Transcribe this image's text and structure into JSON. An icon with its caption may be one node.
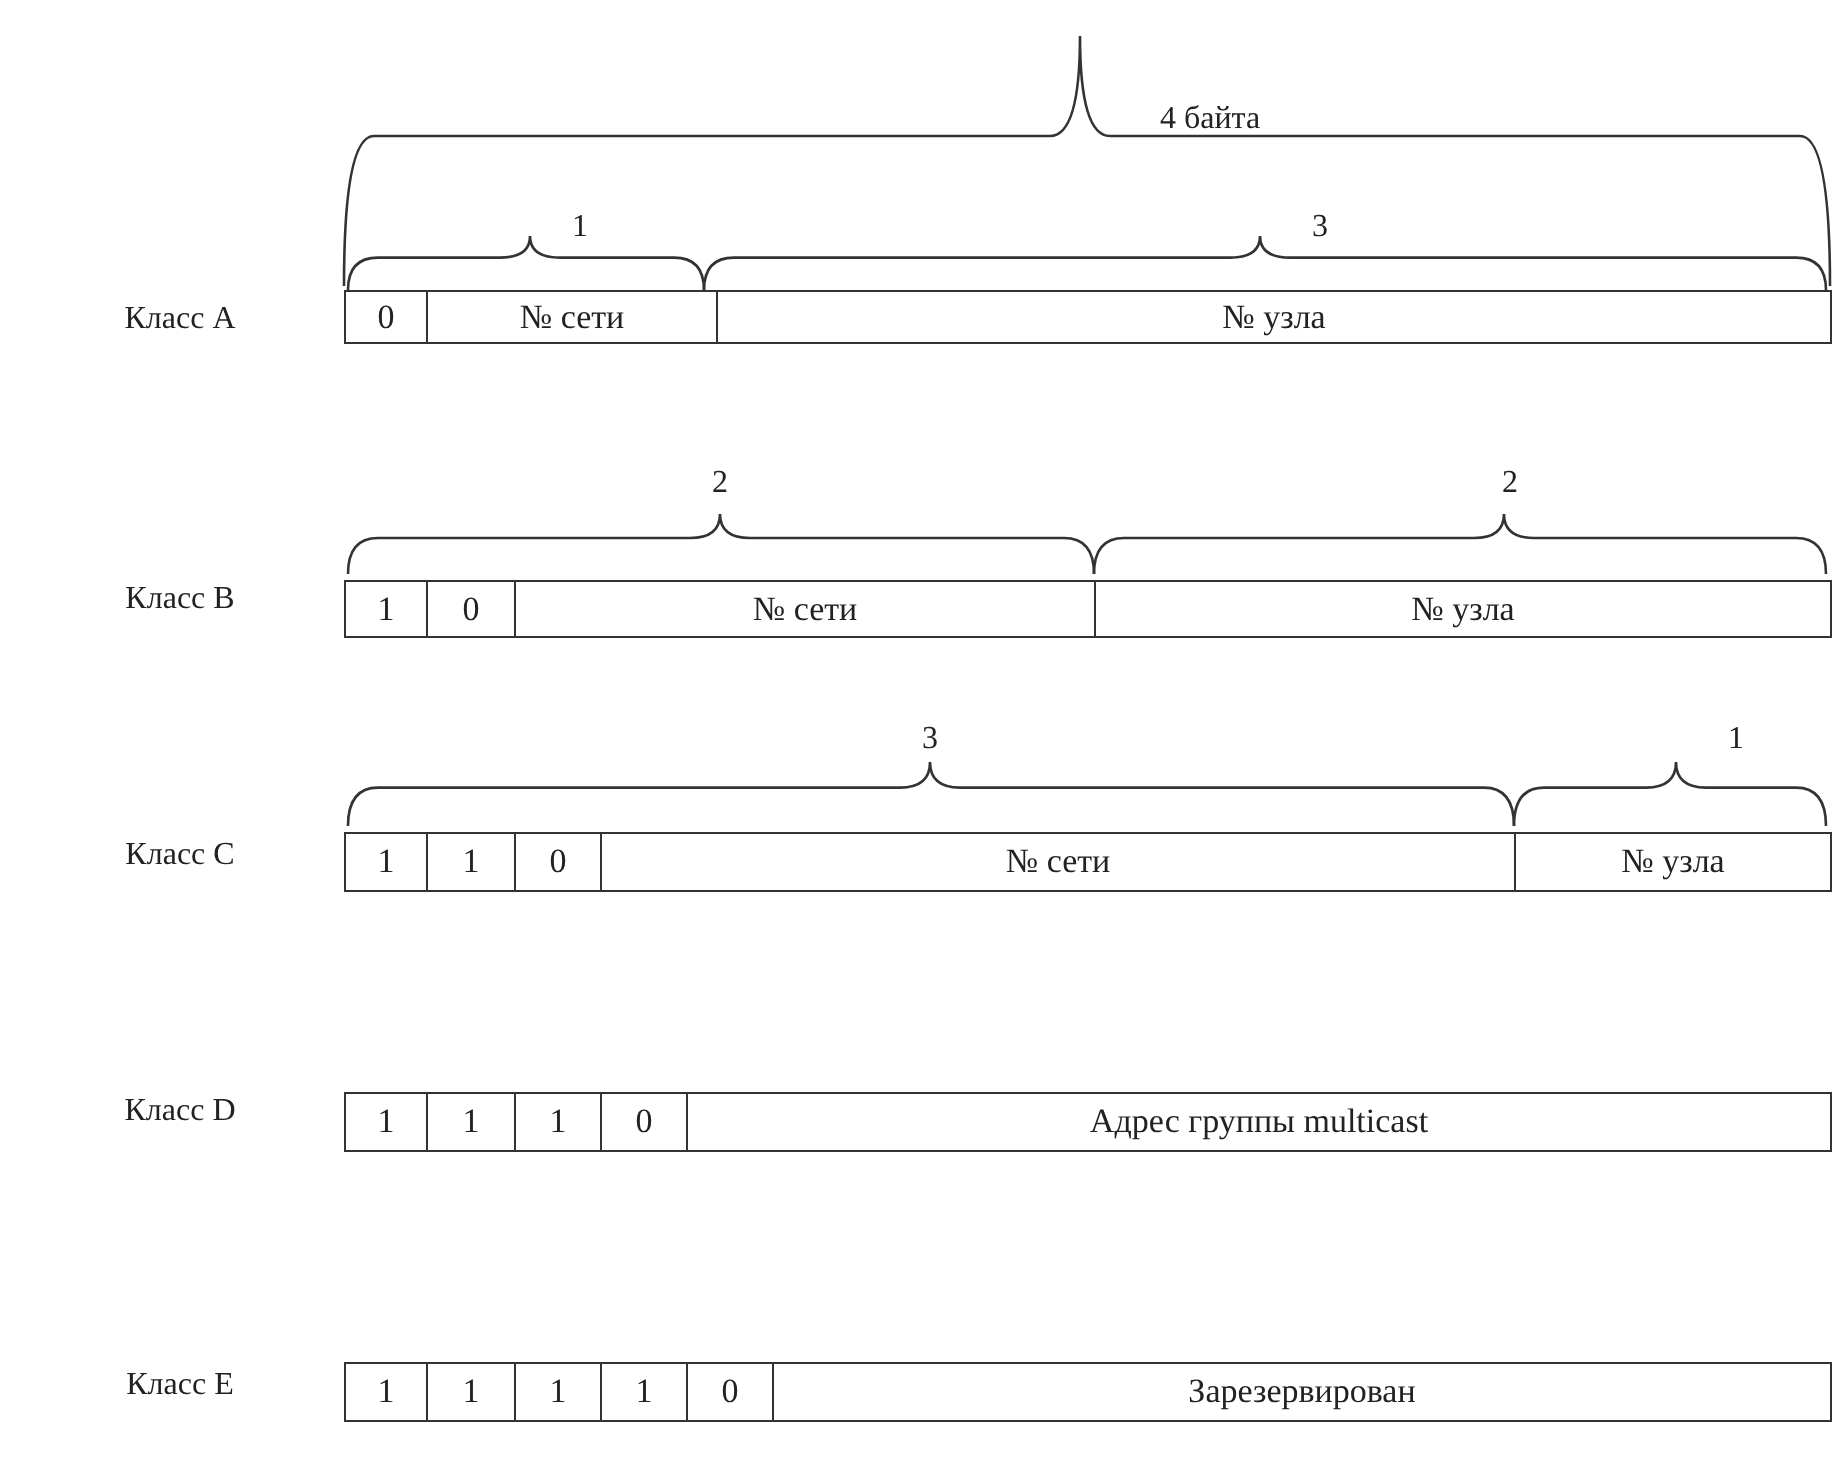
{
  "diagram": {
    "nodes": [
      {
        "text": [
          "0"
        ]
      },
      {
        "text": [
          "№ сети"
        ]
      },
      {
        "text": [
          "№ узла"
        ]
      },
      {
        "text": [
          "1"
        ]
      },
      {
        "text": [
          "0"
        ]
      },
      {
        "text": [
          "№ сети"
        ]
      },
      {
        "text": [
          "№ узла"
        ]
      },
      {
        "text": [
          "1"
        ]
      },
      {
        "text": [
          "1"
        ]
      },
      {
        "text": [
          "0"
        ]
      },
      {
        "text": [
          "№ сети"
        ]
      },
      {
        "text": [
          "№ узла"
        ]
      },
      {
        "text": [
          "1"
        ]
      },
      {
        "text": [
          "1"
        ]
      },
      {
        "text": [
          "1"
        ]
      },
      {
        "text": [
          "0"
        ]
      },
      {
        "text": [
          "Адрес группы multicast"
        ]
      },
      {
        "text": [
          "1"
        ]
      },
      {
        "text": [
          "1"
        ]
      },
      {
        "text": [
          "1"
        ]
      },
      {
        "text": [
          "1"
        ]
      },
      {
        "text": [
          "0"
        ]
      },
      {
        "text": [
          "Зарезервирован"
        ]
      }
    ],
    "edges": [],
    "labels": [
      "4 байта",
      "1",
      "3",
      "Класс A",
      "2",
      "2",
      "Класс B",
      "3",
      "1",
      "Класс C",
      "Класс D",
      "Класс E"
    ]
  }
}
